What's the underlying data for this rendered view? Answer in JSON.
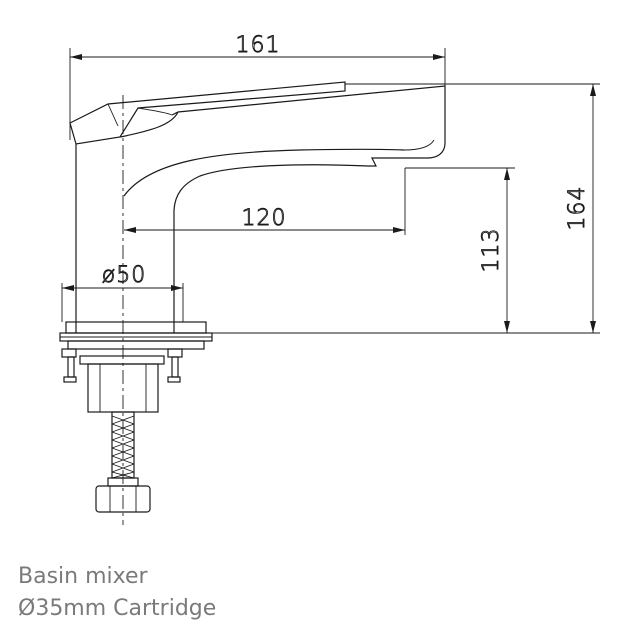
{
  "dimensions": {
    "total_length": "161",
    "spout_reach": "120",
    "base_diameter": "ø50",
    "spout_height": "113",
    "total_height": "164"
  },
  "caption": {
    "line1": "Basin mixer",
    "line2": "Ø35mm Cartridge"
  }
}
